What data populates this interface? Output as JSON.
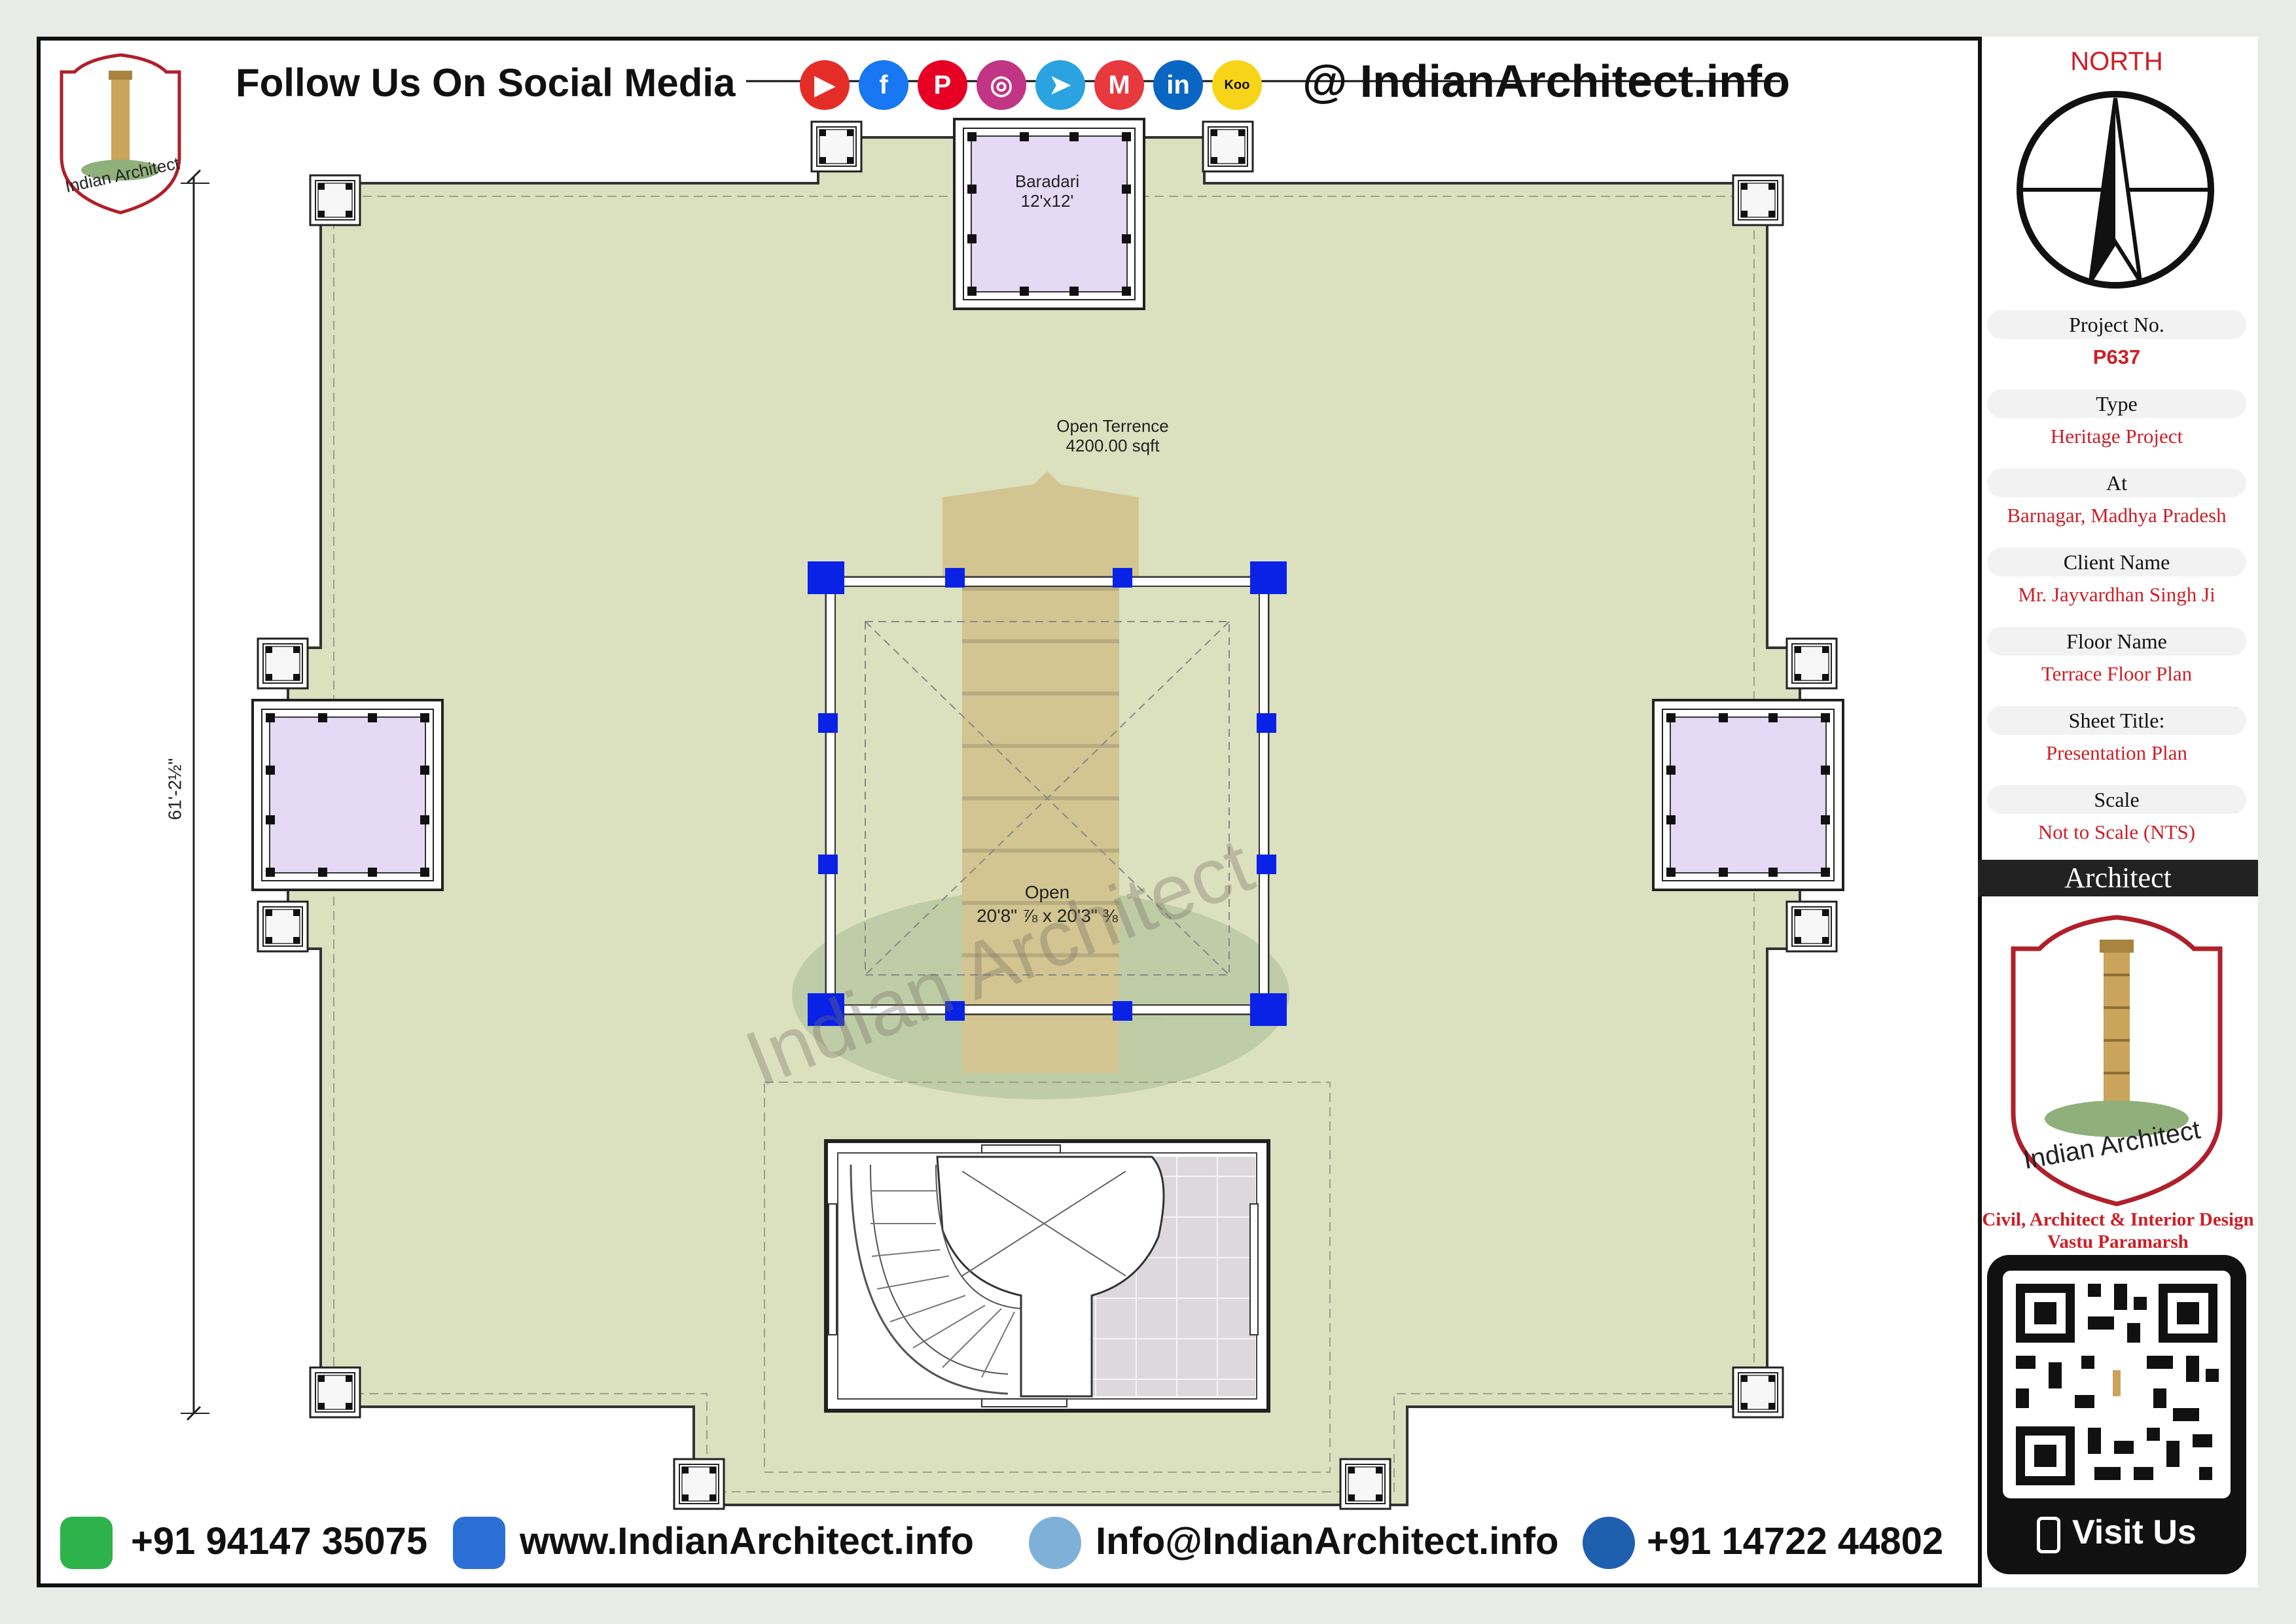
{
  "header": {
    "follow_text": "Follow Us On Social Media",
    "website_handle": "@ IndianArchitect.info",
    "social_icons": [
      {
        "name": "youtube-icon",
        "glyph": "▶",
        "color": "#e52d27"
      },
      {
        "name": "facebook-icon",
        "glyph": "f",
        "color": "#1877f2"
      },
      {
        "name": "pinterest-icon",
        "glyph": "P",
        "color": "#e60023"
      },
      {
        "name": "instagram-icon",
        "glyph": "◎",
        "color": "#c13584"
      },
      {
        "name": "telegram-icon",
        "glyph": "➤",
        "color": "#2aa3e0"
      },
      {
        "name": "moj-icon",
        "glyph": "M",
        "color": "#e8393f"
      },
      {
        "name": "linkedin-icon",
        "glyph": "in",
        "color": "#0a66c2"
      },
      {
        "name": "koo-icon",
        "glyph": "Koo",
        "color": "#f7d417"
      }
    ]
  },
  "logo": {
    "brand": "Indian Architect"
  },
  "plan": {
    "dimension_vertical": "61'-2½\"",
    "baradari_name": "Baradari",
    "baradari_size": "12'x12'",
    "terrace_name": "Open Terrence",
    "terrace_area": "4200.00 sqft",
    "open_name": "Open",
    "open_size": "20'8\" ⅞ x 20'3\" ⅜",
    "watermark": "Indian Architect"
  },
  "sidebar": {
    "north_label": "NORTH",
    "fields": [
      {
        "label": "Project No.",
        "value": "P637"
      },
      {
        "label": "Type",
        "value": "Heritage Project"
      },
      {
        "label": "At",
        "value": "Barnagar, Madhya Pradesh"
      },
      {
        "label": "Client Name",
        "value": "Mr. Jayvardhan Singh Ji"
      },
      {
        "label": "Floor Name",
        "value": "Terrace Floor Plan"
      },
      {
        "label": "Sheet Title:",
        "value": "Presentation Plan"
      },
      {
        "label": "Scale",
        "value": "Not to Scale (NTS)"
      }
    ],
    "architect_heading": "Architect",
    "architect_brand": "Indian Architect",
    "services_line1": "Civil, Architect & Interior Design",
    "services_line2": "Vastu Paramarsh",
    "visit_label": "Visit Us"
  },
  "footer": {
    "whatsapp": "+91 94147 35075",
    "website": "www.IndianArchitect.info",
    "email": "Info@IndianArchitect.info",
    "phone": "+91 14722 44802"
  },
  "colors": {
    "terrace": "#dbe1bf",
    "baradari": "#e6d9f5",
    "column_blue": "#0a22e6",
    "accent_red": "#cc1f26"
  }
}
